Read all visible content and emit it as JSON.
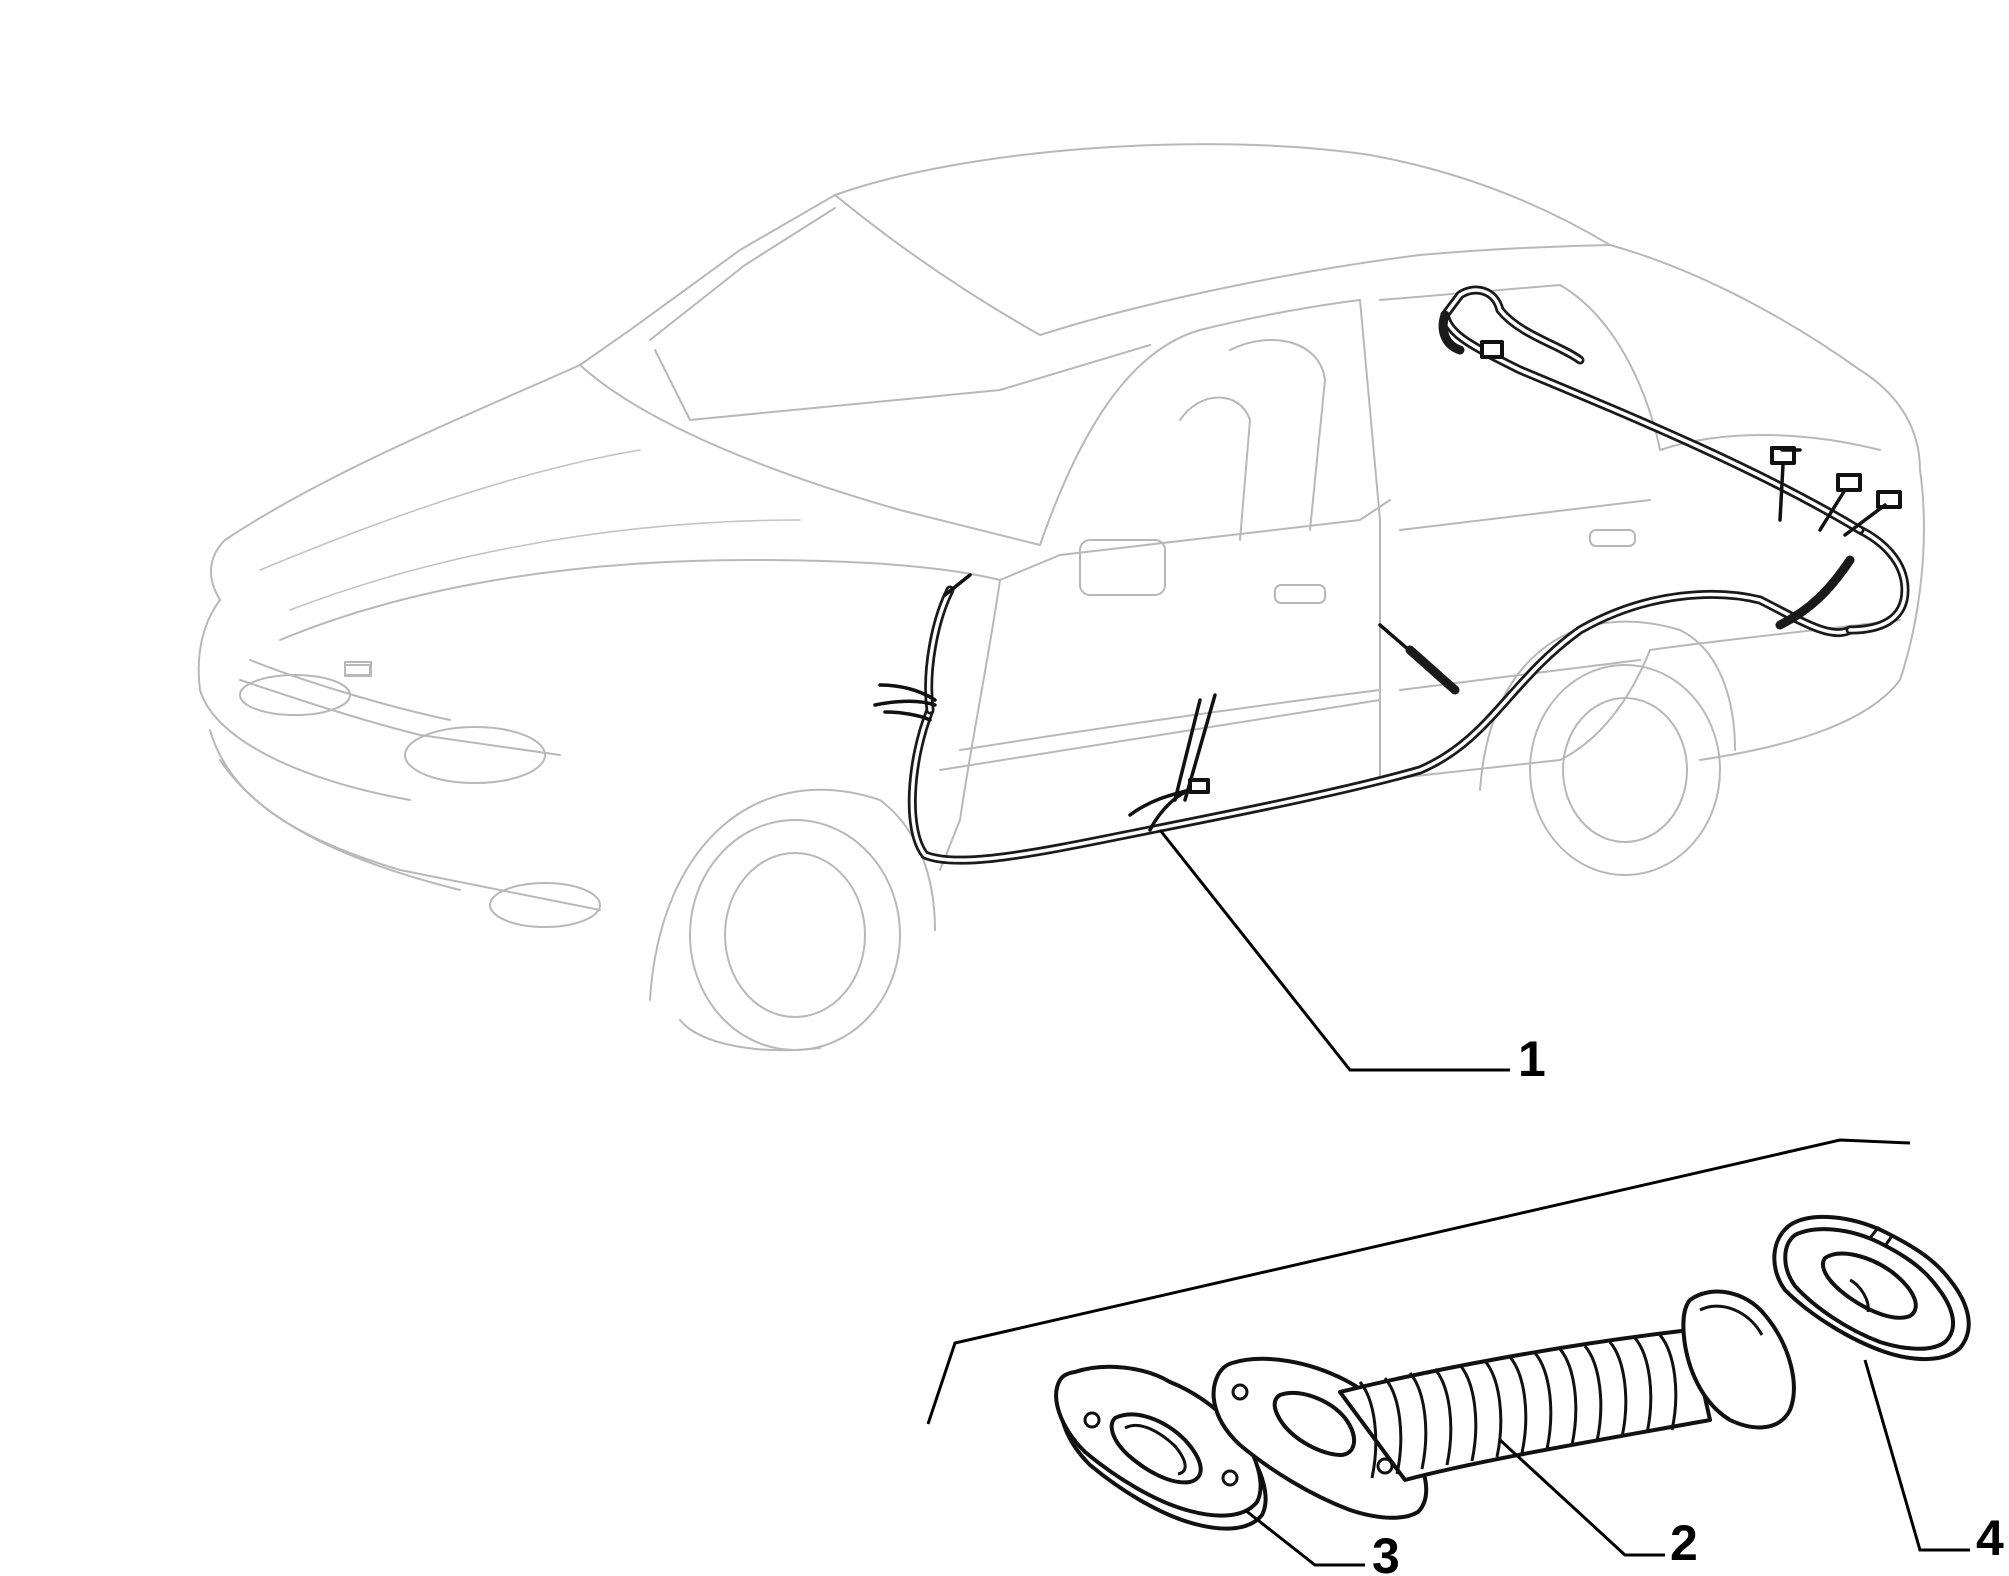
{
  "callouts": [
    {
      "id": "1",
      "label": "1"
    },
    {
      "id": "2",
      "label": "2"
    },
    {
      "id": "3",
      "label": "3"
    },
    {
      "id": "4",
      "label": "4"
    }
  ],
  "colors": {
    "car_outline": "#b8b8b8",
    "harness": "#1a1a1a",
    "leader": "#000000",
    "background": "#ffffff"
  }
}
